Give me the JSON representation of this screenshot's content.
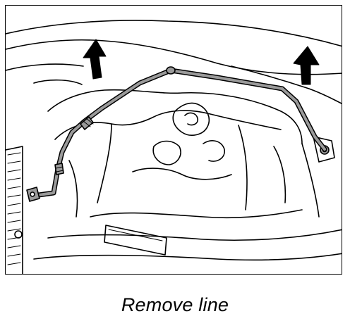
{
  "figure": {
    "caption": "Remove line"
  },
  "colors": {
    "line_art": "#000000",
    "tube_fill": "#9a9a9a",
    "background": "#ffffff"
  },
  "icons": [
    "arrow-up-left",
    "arrow-up-right"
  ]
}
